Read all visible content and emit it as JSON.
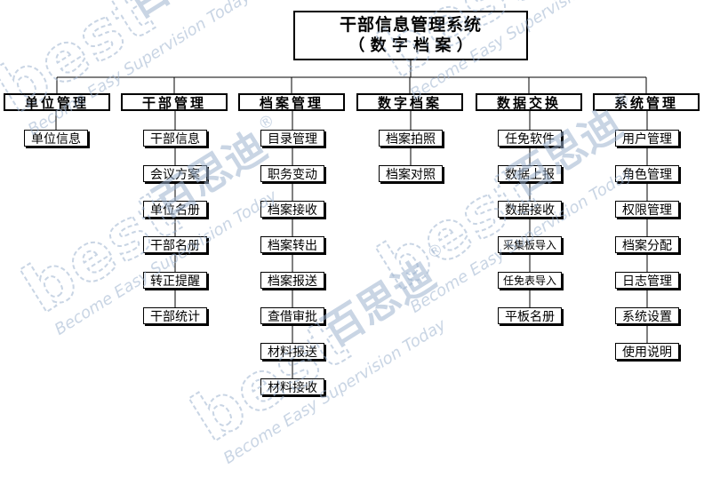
{
  "root": {
    "title": "干部信息管理系统",
    "subtitle": "（ 数 字 档 案 ）"
  },
  "categories": [
    {
      "label": "单位管理",
      "items": [
        "单位信息"
      ]
    },
    {
      "label": "干部管理",
      "items": [
        "干部信息",
        "会议方案",
        "单位名册",
        "干部名册",
        "转正提醒",
        "干部统计"
      ]
    },
    {
      "label": "档案管理",
      "items": [
        "目录管理",
        "职务变动",
        "档案接收",
        "档案转出",
        "档案报送",
        "查借审批",
        "材料报送",
        "材料接收"
      ]
    },
    {
      "label": "数字档案",
      "items": [
        "档案拍照",
        "档案对照"
      ]
    },
    {
      "label": "数据交换",
      "items": [
        "任免软件",
        "数据上报",
        "数据接收",
        "采集板导入",
        "任免表导入",
        "平板名册"
      ]
    },
    {
      "label": "系统管理",
      "items": [
        "用户管理",
        "角色管理",
        "权限管理",
        "档案分配",
        "日志管理",
        "系统设置",
        "使用说明"
      ]
    }
  ],
  "watermark": {
    "logo_text": "best",
    "brand": "百思迪",
    "registered_mark": "®",
    "slogan": "Become Easy Supervision Today"
  },
  "colors": {
    "line": "#000000",
    "watermark": "#9db3cf"
  }
}
